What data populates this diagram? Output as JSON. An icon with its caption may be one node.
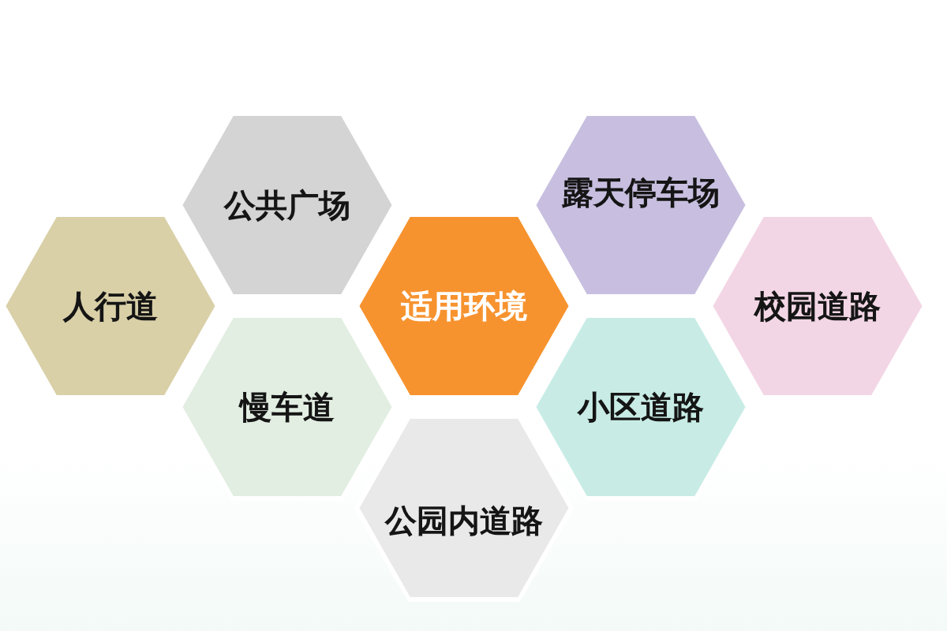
{
  "diagram": {
    "nodes": [
      {
        "text": [
          "公共广场"
        ]
      },
      {
        "text": [
          "露天停车场"
        ]
      },
      {
        "text": [
          "人行道"
        ]
      },
      {
        "text": [
          "适用环境"
        ]
      },
      {
        "text": [
          "校园道路"
        ]
      },
      {
        "text": [
          "慢车道"
        ]
      },
      {
        "text": [
          "小区道路"
        ]
      },
      {
        "text": [
          "公园内道路"
        ]
      }
    ]
  }
}
